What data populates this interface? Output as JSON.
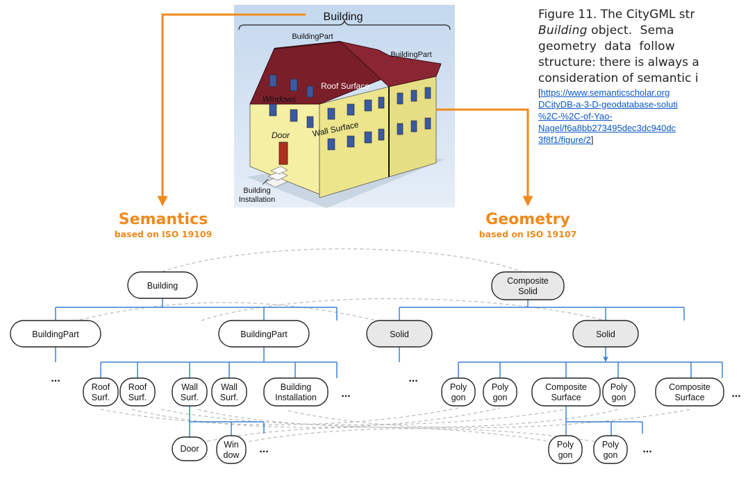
{
  "caption": {
    "line1": "Figure 11. The CityGML str",
    "line2_em": "Building",
    "line2_rest": " object.  Sema",
    "line3": "geometry  data  follow ",
    "line4": "structure: there is always a",
    "line5": "consideration of semantic i",
    "link_open": "[",
    "link_lines": [
      "https://www.semanticscholar.org",
      "DCityDB-a-3-D-geodatabase-soluti",
      "%2C-%2C-of-Yao-",
      "Nagel/f6a8bb273495dec3dc940dc",
      "3f8f1/figure/2"
    ],
    "link_close": "]"
  },
  "house": {
    "title": "Building",
    "labels": {
      "building_part_1": "BuildingPart",
      "building_part_2": "BuildingPart",
      "roof_surface": "Roof Surface",
      "windows": "Windows",
      "door": "Door",
      "wall_surface": "Wall Surface",
      "installation_line1": "Building",
      "installation_line2": "Installation"
    },
    "colors": {
      "sky": "#cfe0f0",
      "roof": "#7a1f2a",
      "wall": "#f1ec9b",
      "window": "#3a5aa0",
      "door": "#b0301e",
      "arrow": "#f08a1c"
    }
  },
  "semantics": {
    "title": "Semantics",
    "subtitle": "based on ISO 19109",
    "root": "Building",
    "parts": [
      "BuildingPart",
      "BuildingPart"
    ],
    "ellipsis": "...",
    "leaves": [
      [
        "Roof",
        "Surf."
      ],
      [
        "Roof",
        "Surf."
      ],
      [
        "Wall",
        "Surf."
      ],
      [
        "Wall",
        "Surf."
      ],
      [
        "Building",
        "Installation"
      ]
    ],
    "openings": [
      [
        "Door"
      ],
      [
        "Win",
        "dow"
      ]
    ]
  },
  "geometry": {
    "title": "Geometry",
    "subtitle": "based on ISO 19107",
    "root": [
      "Composite",
      "Solid"
    ],
    "solids": [
      "Solid",
      "Solid"
    ],
    "ellipsis": "...",
    "leaves": [
      [
        "Poly",
        "gon"
      ],
      [
        "Poly",
        "gon"
      ],
      [
        "Composite",
        "Surface"
      ],
      [
        "Poly",
        "gon"
      ],
      [
        "Composite",
        "Surface"
      ]
    ],
    "sub": [
      [
        "Poly",
        "gon"
      ],
      [
        "Poly",
        "gon"
      ]
    ]
  },
  "colors": {
    "accent": "#f08a1c",
    "tree_line": "#3b7fd6",
    "dashed": "#b9b9b9",
    "node_border": "#222222",
    "geom_fill": "#e8e8e8"
  }
}
